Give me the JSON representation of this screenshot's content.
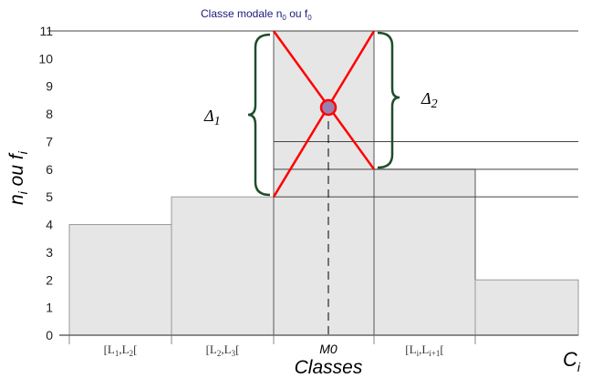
{
  "chart_data": {
    "type": "bar",
    "title": "Classe modale",
    "title_sub": {
      "n": "n",
      "n_sub": "0",
      "or": "ou",
      "f": "f",
      "f_sub": "0"
    },
    "categories": [
      {
        "main": "[L",
        "a": "1",
        "mid": ",L",
        "b": "2",
        "end": "["
      },
      {
        "main": "[L",
        "a": "2",
        "mid": ",L",
        "b": "3",
        "end": "["
      },
      {
        "main": "",
        "a": "",
        "mid": "",
        "b": "",
        "end": ""
      },
      {
        "main": "[L",
        "a": "i",
        "mid": ",L",
        "b": "i+1",
        "end": "["
      },
      {
        "main": "",
        "a": "",
        "mid": "",
        "b": "",
        "end": ""
      }
    ],
    "values": [
      4,
      5,
      11,
      6,
      2
    ],
    "ylim": [
      0,
      11
    ],
    "yticks": [
      0,
      1,
      2,
      3,
      4,
      5,
      6,
      7,
      8,
      9,
      10,
      11
    ],
    "gridlines": [
      5,
      6,
      7,
      11
    ],
    "ylabel": {
      "n": "n",
      "n_sub": "i",
      "or": " ou ",
      "f": "f",
      "f_sub": "i"
    },
    "xlabel": "Classes",
    "x_axis_end_label": {
      "c": "C",
      "sub": "i"
    },
    "mode_label": "M0",
    "delta1": {
      "d": "Δ",
      "sub": "1"
    },
    "delta2": {
      "d": "Δ",
      "sub": "2"
    },
    "colors": {
      "bar": "#e6e6e6",
      "cross": "#ff0000",
      "brace": "#1e4d2b",
      "point": "#9b7fb0",
      "title": "#1a1a7a"
    }
  }
}
